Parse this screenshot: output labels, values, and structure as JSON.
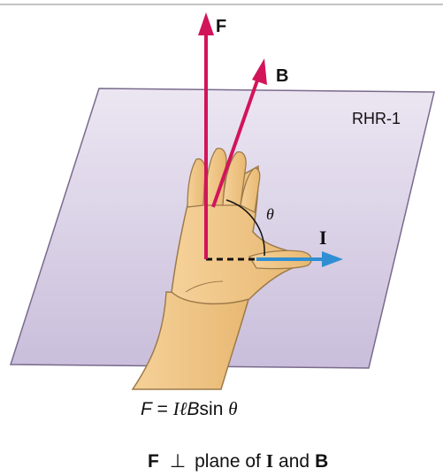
{
  "diagram": {
    "labels": {
      "force": "F",
      "field": "B",
      "current": "I",
      "angle": "θ",
      "rule": "RHR-1"
    },
    "equations": {
      "force_lhs": "F",
      "force_eq": " = ",
      "force_I": "I",
      "force_l": "ℓ",
      "force_B": "B",
      "force_sin": "sin ",
      "force_theta": "θ",
      "perp_F": "F",
      "perp_symbol": "⊥",
      "perp_text": "plane of",
      "perp_I": "I",
      "perp_and": "and",
      "perp_B": "B"
    },
    "colors": {
      "plane_fill": "#d9d2e5",
      "plane_stroke": "#7a6a8c",
      "force_arrow": "#d2145a",
      "field_arrow": "#d2145a",
      "current_arrow": "#2f8fd2",
      "hand_fill": "#f2c98a",
      "hand_stroke": "#9c7a4a"
    }
  }
}
